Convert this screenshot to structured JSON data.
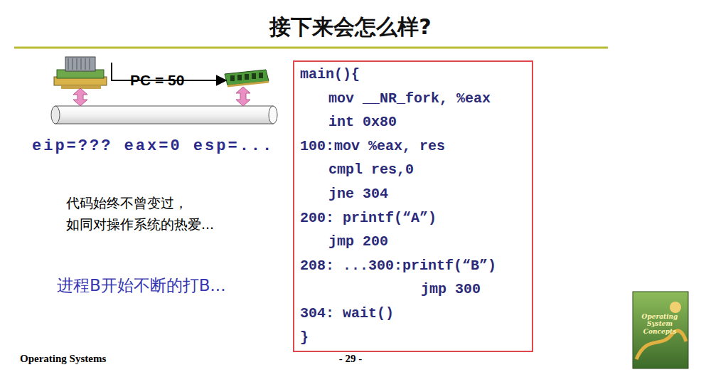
{
  "diagram": {
    "title": "接下来会怎么样?",
    "nodes": [
      {
        "text": [
          "main(){",
          "mov __NR_fork, %eax",
          "int 0x80",
          "100:mov %eax, res",
          "cmpl res,0",
          "jne 304",
          "200: printf(“A”)",
          "jmp 200",
          "208: ...300:printf(“B”)",
          "jmp 300",
          "304: wait()",
          "}"
        ]
      }
    ],
    "labels": [
      "PC = 50",
      "eip=??? eax=0 esp=...",
      "代码始终不曾变过，",
      "如同对操作系统的热爱...",
      "进程B开始不断的打B...",
      "Operating Systems",
      "- 29 -",
      "Operating System Concepts"
    ]
  }
}
